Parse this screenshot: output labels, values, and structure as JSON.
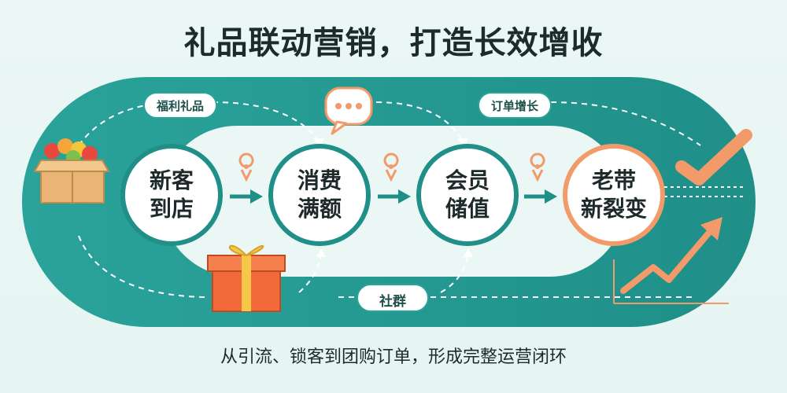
{
  "title": "礼品联动营销，打造长效增收",
  "subtitle": "从引流、锁客到团购订单，形成完整运营闭环",
  "stages": [
    {
      "line1": "新客",
      "line2": "到店"
    },
    {
      "line1": "消费",
      "line2": "满额"
    },
    {
      "line1": "会员",
      "line2": "储值"
    },
    {
      "line1": "老带",
      "line2": "新裂变"
    }
  ],
  "bubbles": {
    "gift": "福利礼品",
    "order": "订单增长",
    "community": "社群"
  },
  "icons": {
    "fruit_box": "fruit-box-icon",
    "gift_box": "gift-box-icon",
    "chat": "chat-bubble-icon",
    "location": "location-pin-icon",
    "check": "check-icon",
    "growth": "growth-arrow-icon"
  },
  "colors": {
    "track": "#2aa39b",
    "track_dark": "#1f8f88",
    "accent": "#f29a6a",
    "circle_border": "#1f8f88"
  }
}
